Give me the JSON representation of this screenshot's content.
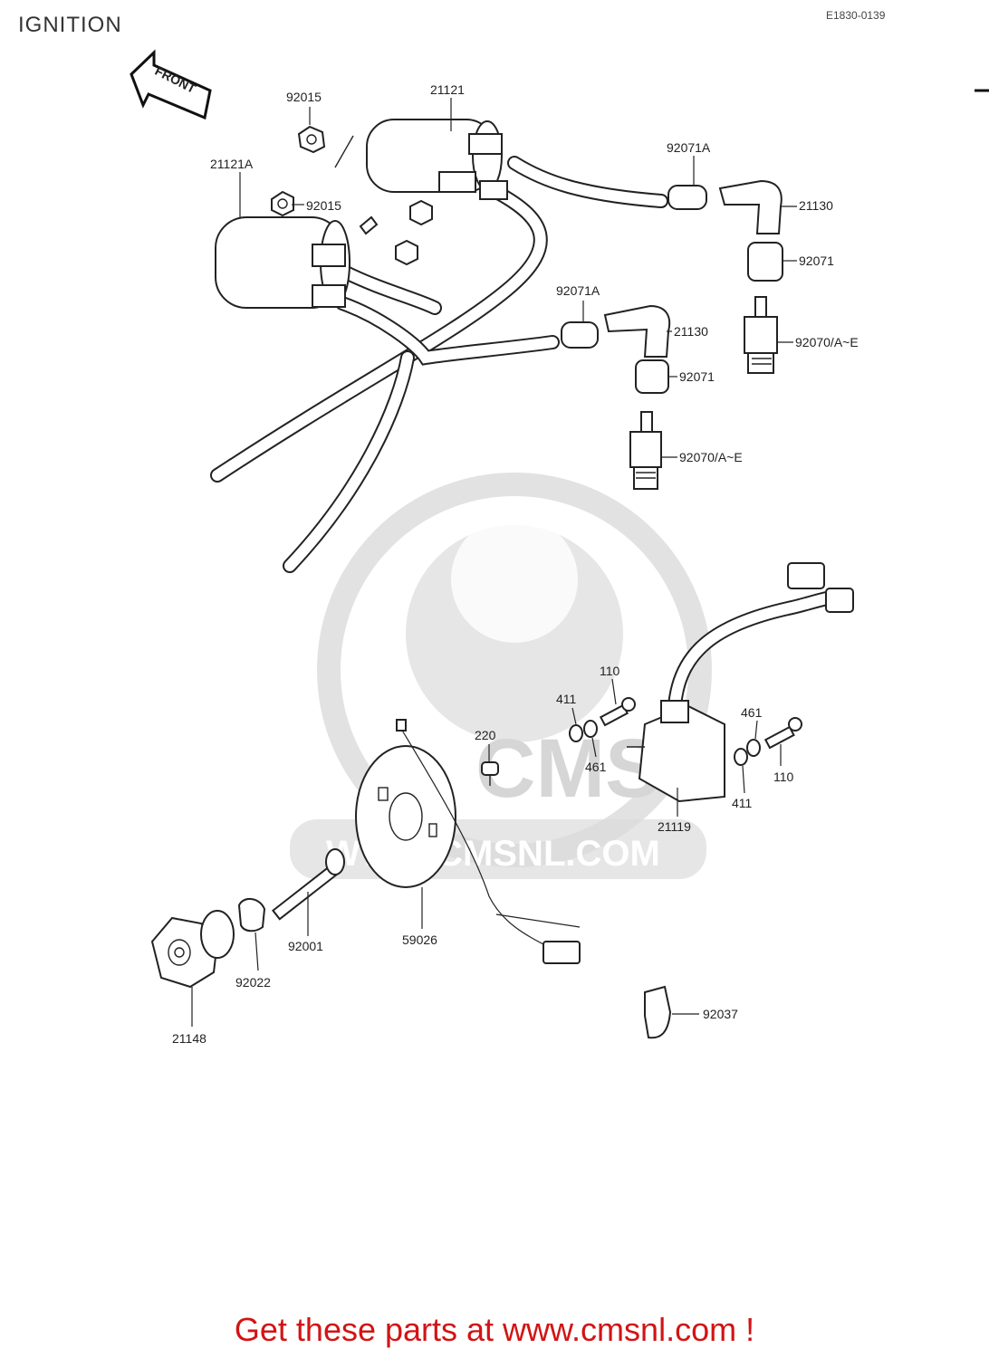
{
  "header": {
    "title": "IGNITION",
    "ref": "E1830-0139"
  },
  "front_arrow": {
    "label": "FRONT"
  },
  "watermark": {
    "logo": "CMS",
    "site": "WWW.CMSNL.COM"
  },
  "parts": {
    "p92015a": "92015",
    "p21121": "21121",
    "p21121A": "21121A",
    "p92015b": "92015",
    "p92071Aa": "92071A",
    "p21130a": "21130",
    "p92071a": "92071",
    "p92070a": "92070/A~E",
    "p92071Ab": "92071A",
    "p21130b": "21130",
    "p92071b": "92071",
    "p92070b": "92070/A~E",
    "p110a": "110",
    "p411a": "411",
    "p220": "220",
    "p461a": "461",
    "p461b": "461",
    "p110b": "110",
    "p411b": "411",
    "p21119": "21119",
    "p92001": "92001",
    "p59026": "59026",
    "p92022": "92022",
    "p21148": "21148",
    "p92037": "92037"
  },
  "footer": {
    "text": "Get these parts at www.cmsnl.com !"
  }
}
